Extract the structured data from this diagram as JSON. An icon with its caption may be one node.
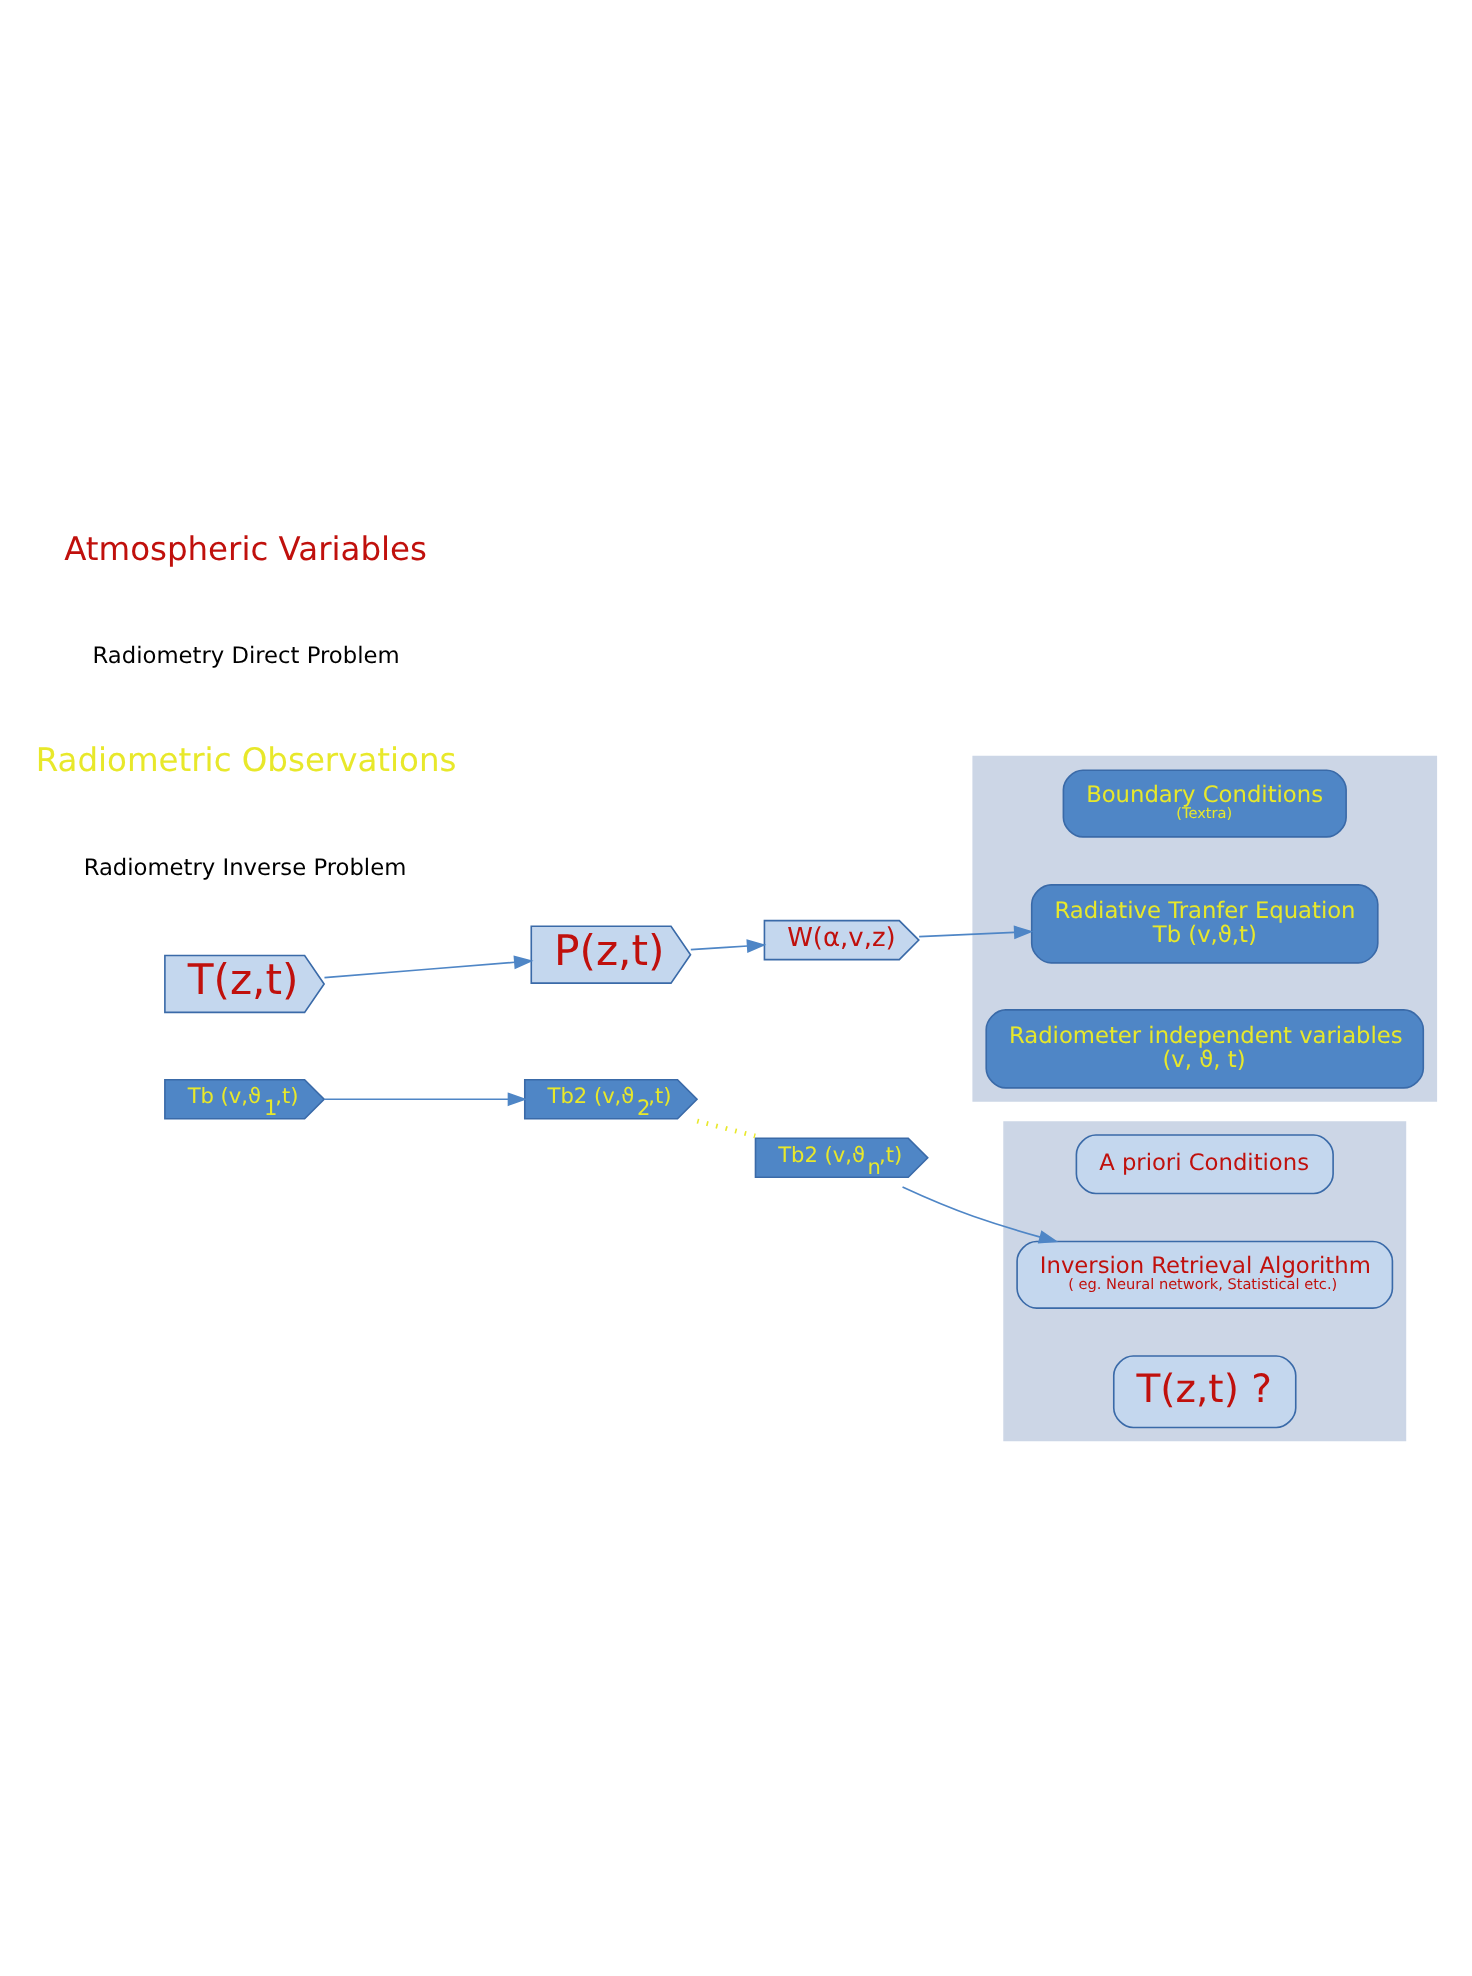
{
  "diagram": {
    "nodes": [
      {
        "text": [],
        "shape": "arrow"
      },
      {
        "text": [
          "Boundary Conditions",
          "(Textra)"
        ],
        "in": 0
      },
      {
        "text": [
          "Radiative Tranfer Equation",
          "Tb (v,ϑ,t)"
        ],
        "in": 0
      },
      {
        "text": [
          "Radiometer independent variables",
          "(v, ϑ, t)"
        ],
        "in": 0
      },
      {
        "text": [
          "T(z,t)"
        ]
      },
      {
        "text": [
          "P(z,t)"
        ]
      },
      {
        "text": [
          "W(α,v,z)"
        ]
      },
      {
        "text": [],
        "shape": "arrow"
      },
      {
        "text": [
          "A priori Conditions"
        ],
        "in": 7
      },
      {
        "text": [
          "Inversion Retrieval Algorithm",
          "( eg. Neural network, Statistical etc.)"
        ],
        "in": 7
      },
      {
        "text": [
          "T(z,t) ?"
        ],
        "in": 7
      },
      {
        "text": [
          "Tb (v,ϑ$_{1}$,t)"
        ]
      },
      {
        "text": [
          "Tb2 (v,ϑ$_{2}$,t)"
        ]
      },
      {
        "text": [
          "Tb2 (v,ϑ$_{n}$,t)"
        ]
      }
    ],
    "edges": [
      {
        "from": 4,
        "to": 5,
        "arrow": "to"
      },
      {
        "from": 5,
        "to": 6,
        "arrow": "to"
      },
      {
        "from": 6,
        "to": 2,
        "arrow": "to"
      },
      {
        "from": 11,
        "to": 12,
        "arrow": "to"
      },
      {
        "from": 12,
        "to": 13,
        "arrow": "none",
        "style": "dashed",
        "color": "#e8e82a"
      },
      {
        "from": 13,
        "to": 9,
        "arrow": "to"
      }
    ],
    "labels": [
      "Atmospheric Variables",
      "Radiometry Direct Problem",
      "Radiometric Observations",
      "Radiometry Inverse Problem"
    ]
  }
}
